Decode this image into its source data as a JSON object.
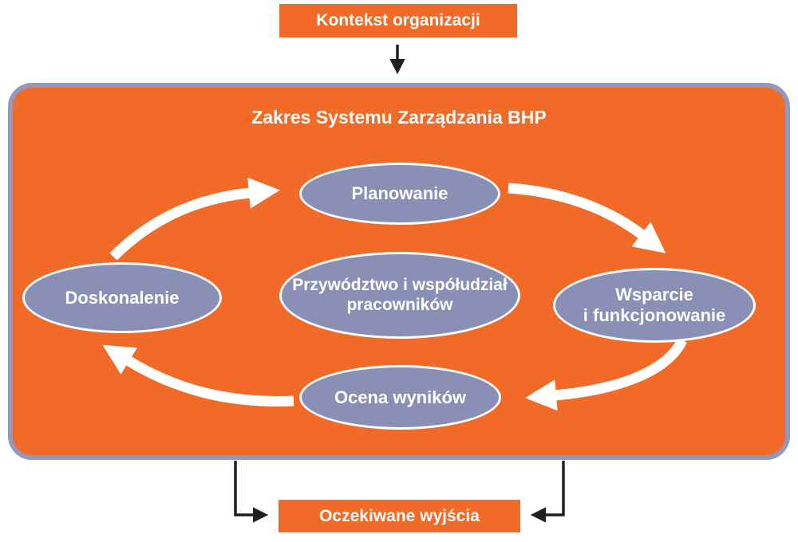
{
  "colors": {
    "orange": "#f26a28",
    "frame": "#9399bb",
    "node": "#8a8fb5",
    "arrow": "#231f20",
    "text": "#ffffff"
  },
  "context_box": {
    "label": "Kontekst organizacji"
  },
  "system_box": {
    "title": "Zakres Systemu Zarządzania BHP"
  },
  "cycle": {
    "planowanie": {
      "label": "Planowanie"
    },
    "wsparcie": {
      "line1": "Wsparcie",
      "line2": "i funkcjonowanie"
    },
    "ocena": {
      "label": "Ocena wyników"
    },
    "doskonalenie": {
      "label": "Doskonalenie"
    },
    "center": {
      "line1": "Przywództwo i współudział",
      "line2": "pracowników"
    }
  },
  "output_box": {
    "label": "Oczekiwane wyjścia"
  }
}
